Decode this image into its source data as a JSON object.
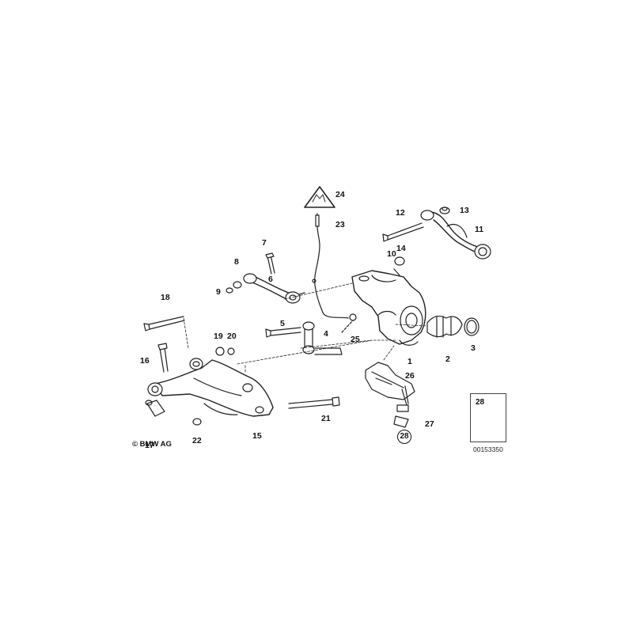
{
  "diagram": {
    "copyright": "© BMW AG",
    "diagram_id": "00153350",
    "reference_box_label": "28",
    "callouts": [
      {
        "id": "c1",
        "label": "1"
      },
      {
        "id": "c2",
        "label": "2"
      },
      {
        "id": "c3",
        "label": "3"
      },
      {
        "id": "c4",
        "label": "4"
      },
      {
        "id": "c5",
        "label": "5"
      },
      {
        "id": "c6",
        "label": "6"
      },
      {
        "id": "c7",
        "label": "7"
      },
      {
        "id": "c8",
        "label": "8"
      },
      {
        "id": "c9",
        "label": "9"
      },
      {
        "id": "c10",
        "label": "10"
      },
      {
        "id": "c11",
        "label": "11"
      },
      {
        "id": "c12",
        "label": "12"
      },
      {
        "id": "c13",
        "label": "13"
      },
      {
        "id": "c14",
        "label": "14"
      },
      {
        "id": "c15",
        "label": "15"
      },
      {
        "id": "c16",
        "label": "16"
      },
      {
        "id": "c17",
        "label": "17"
      },
      {
        "id": "c18",
        "label": "18"
      },
      {
        "id": "c19",
        "label": "19"
      },
      {
        "id": "c20",
        "label": "20"
      },
      {
        "id": "c21",
        "label": "21"
      },
      {
        "id": "c22",
        "label": "22"
      },
      {
        "id": "c23",
        "label": "23"
      },
      {
        "id": "c24",
        "label": "24"
      },
      {
        "id": "c25",
        "label": "25"
      },
      {
        "id": "c26",
        "label": "26"
      },
      {
        "id": "c27",
        "label": "27"
      },
      {
        "id": "c28",
        "label": "28",
        "circled": true
      }
    ]
  }
}
